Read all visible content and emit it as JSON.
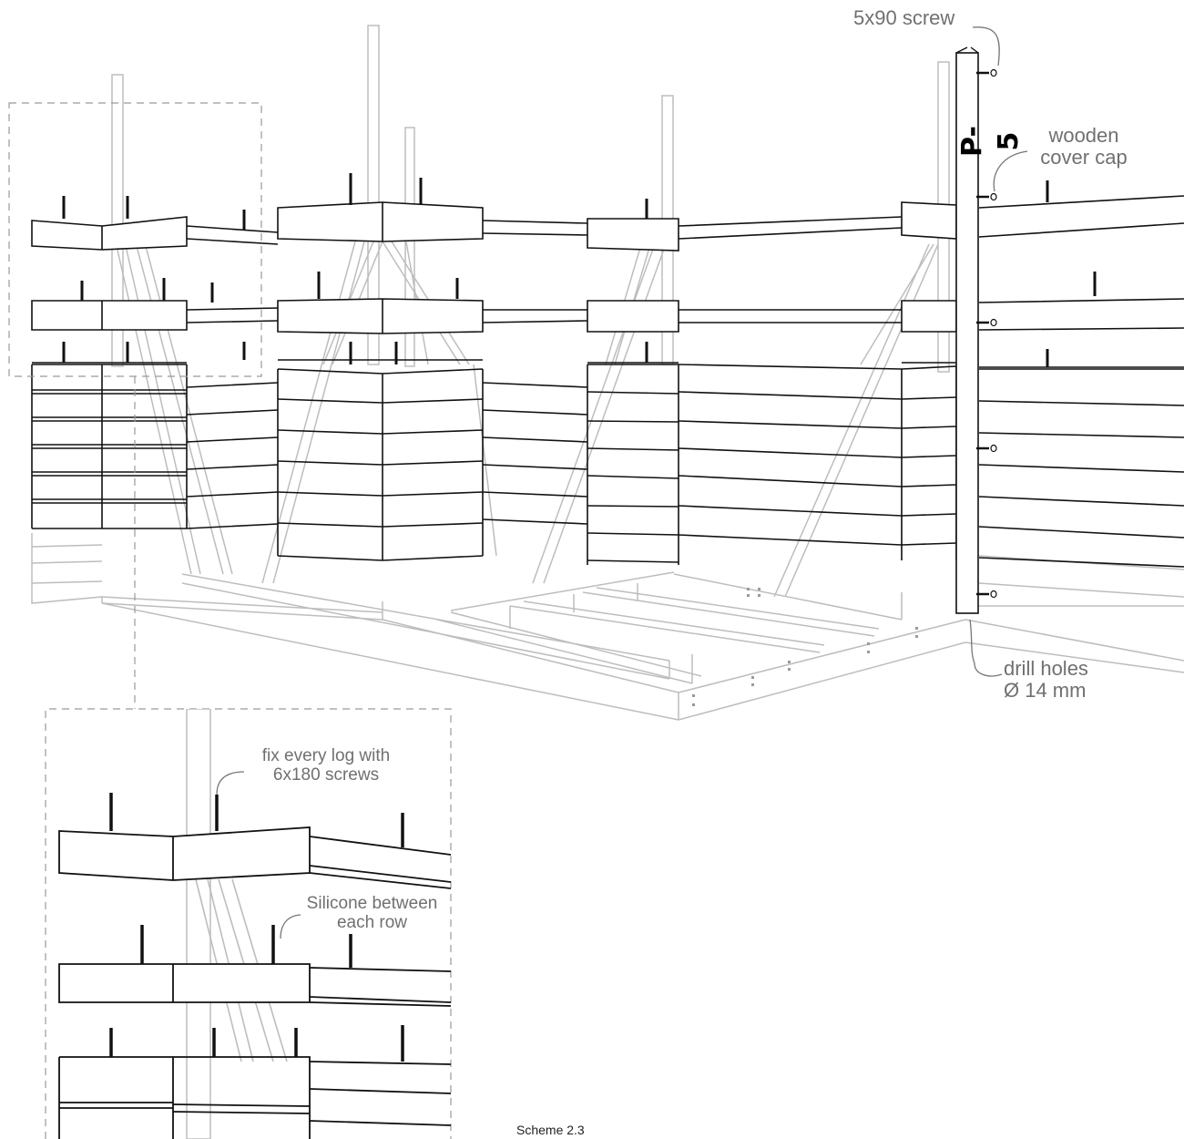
{
  "labels": {
    "screw_5x90": "5x90 screw",
    "cover_cap_line1": "wooden",
    "cover_cap_line2": "cover cap",
    "drill_line1": "drill holes",
    "drill_line2": "Ø 14 mm",
    "fix_line1": "fix every log with",
    "fix_line2": "6x180 screws",
    "silicone_line1": "Silicone between",
    "silicone_line2": "each row",
    "post_mark": "P-5",
    "scheme": "Scheme 2.3"
  }
}
